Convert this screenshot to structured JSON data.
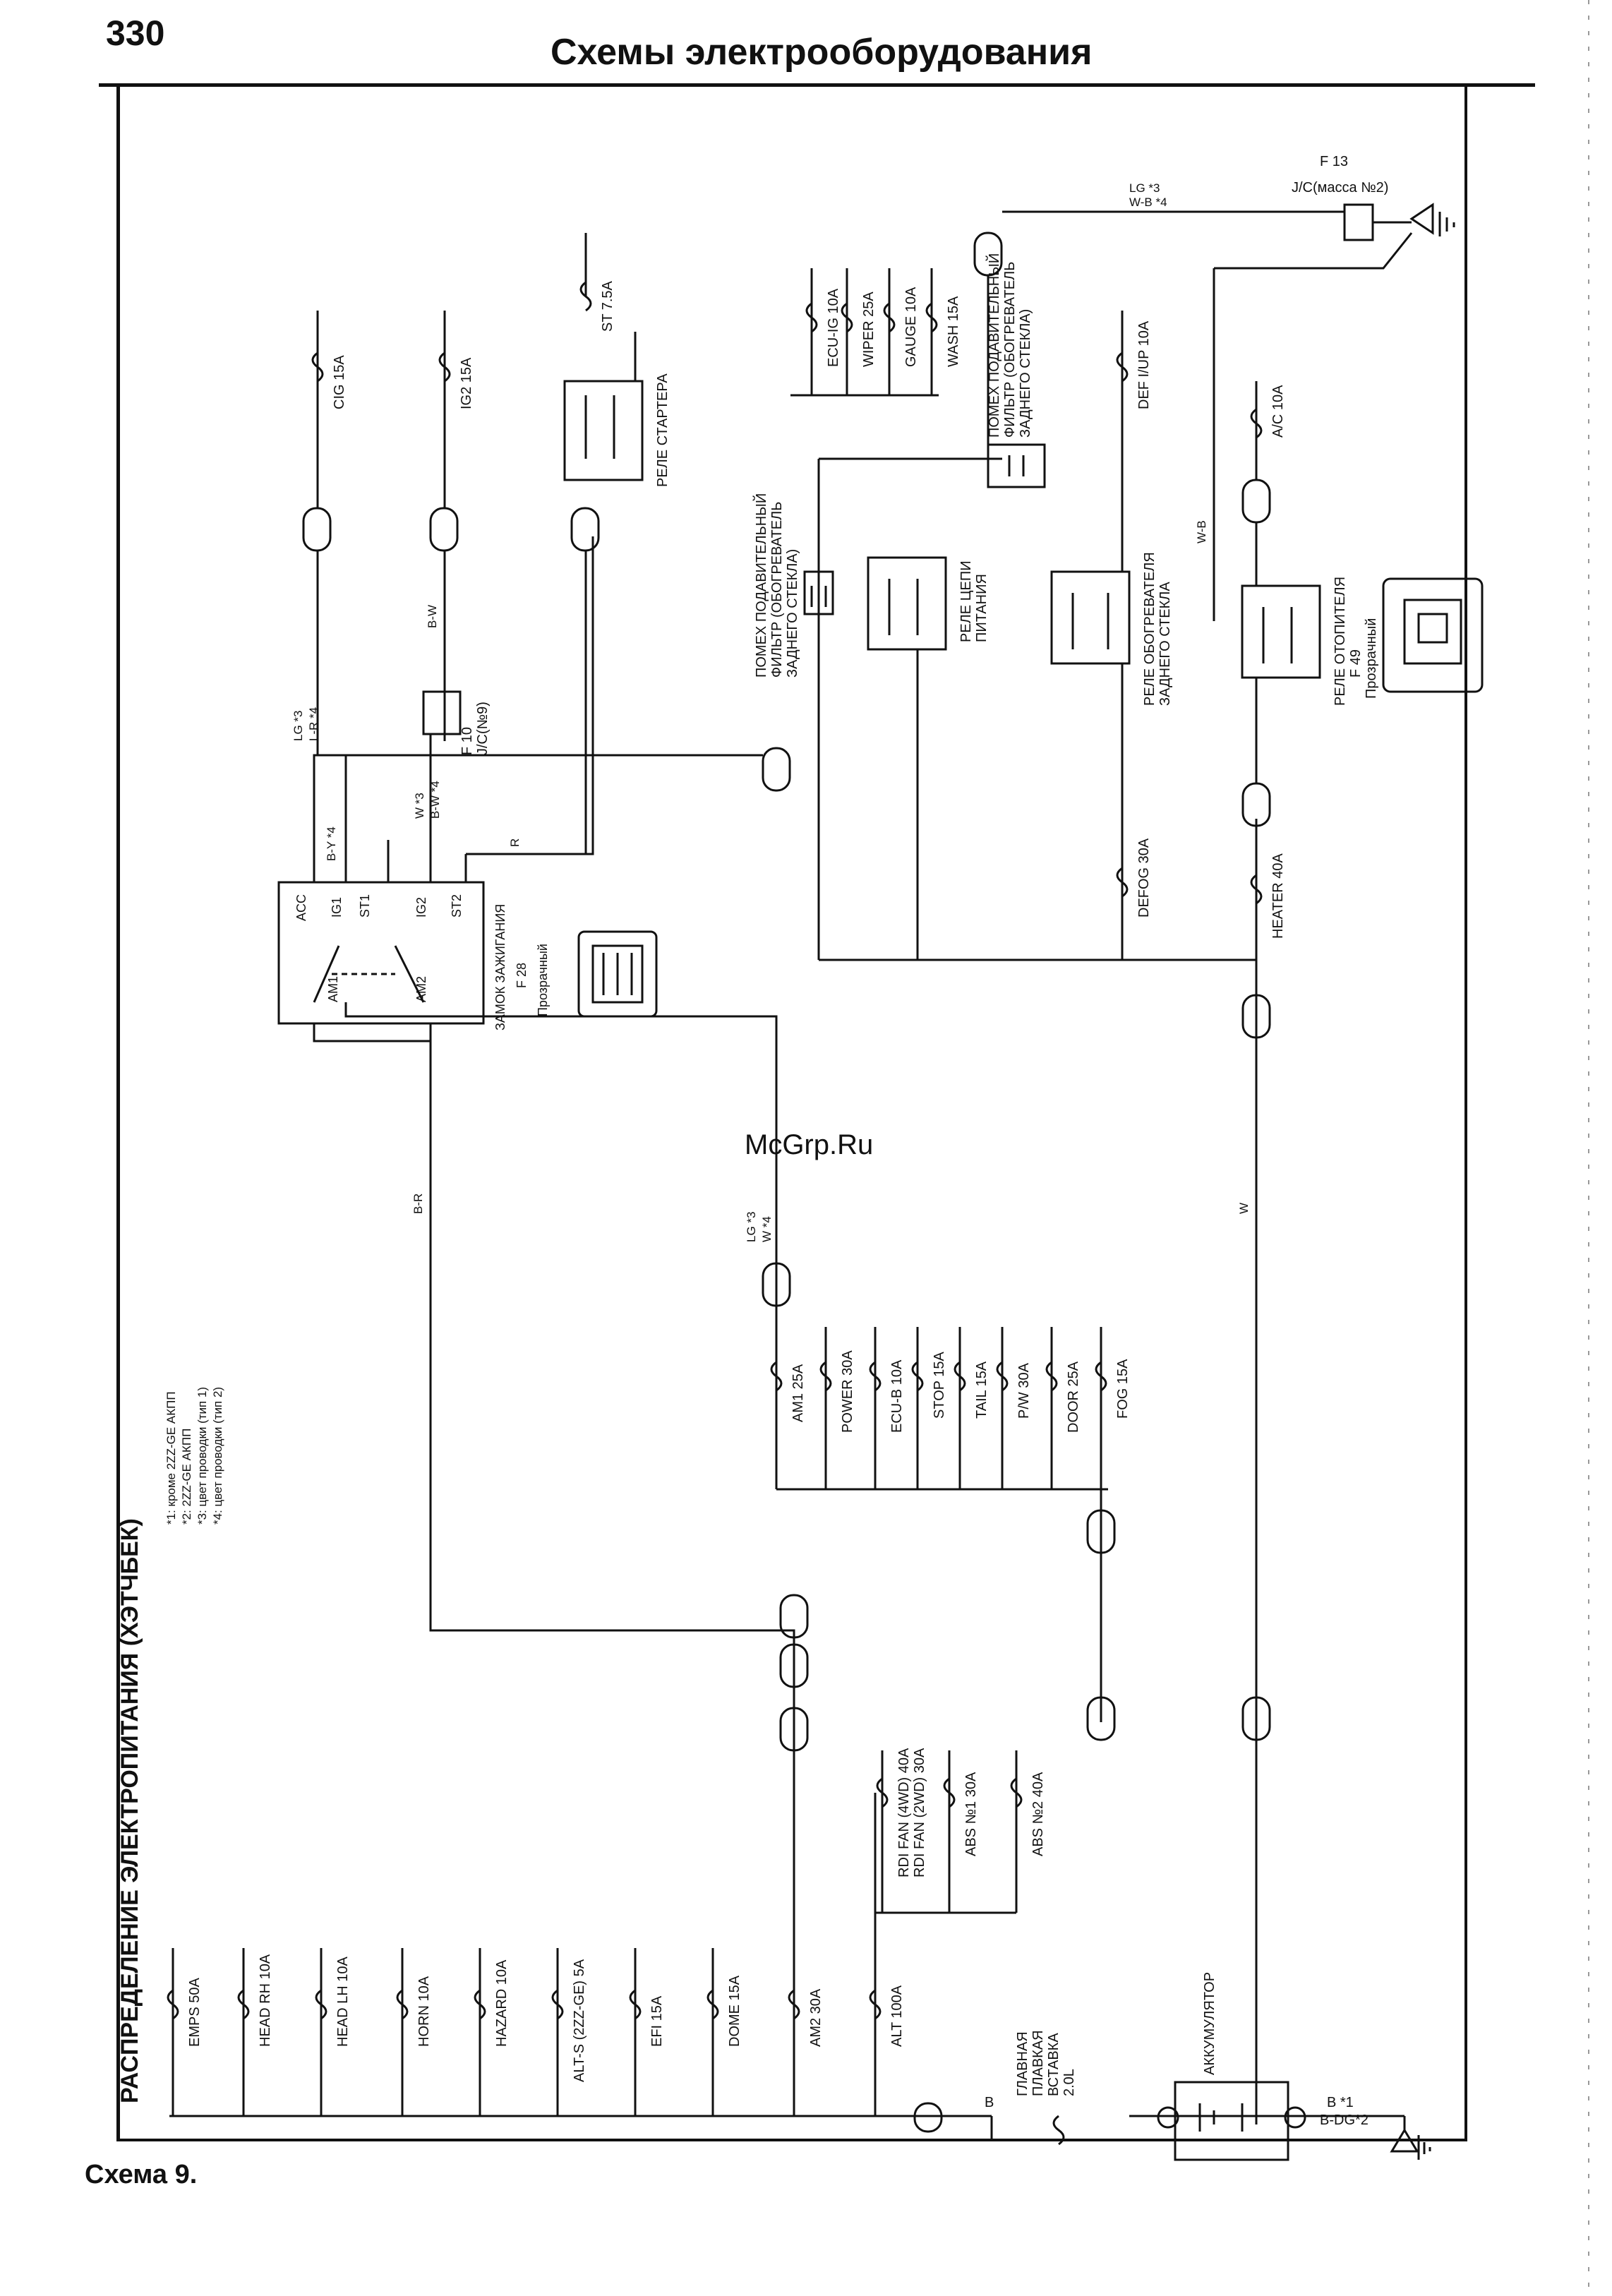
{
  "header": {
    "page_number": "330",
    "title": "Схемы электрооборудования"
  },
  "caption": "Схема 9.",
  "watermark": "McGrp.Ru",
  "section_title": "РАСПРЕДЕЛЕНИЕ ЭЛЕКТРОПИТАНИЯ (ХЭТЧБЕК)",
  "notes": [
    "*1: кроме 2ZZ-GE АКПП",
    "*2: 2ZZ-GE АКПП",
    "*3: цвет проводки (тип 1)",
    "*4: цвет проводки (тип 2)"
  ],
  "top_fuses": [
    "CIG 15A",
    "IG2 15A",
    "ST 7.5A",
    "ECU-IG 10A",
    "WIPER 25A",
    "GAUGE 10A",
    "WASH 15A",
    "DEF I/UP 10A",
    "A/C 10A"
  ],
  "mid_fuses": [
    "AM1 25A",
    "POWER 30A",
    "ECU-B 10A",
    "STOP 15A",
    "TAIL 15A",
    "P/W 30A",
    "DOOR 25A",
    "FOG 15A"
  ],
  "bottom_fuses": [
    "EMPS 50A",
    "HEAD RH 10A",
    "HEAD LH 10A",
    "HORN 10A",
    "HAZARD 10A",
    "ALT-S (2ZZ-GE) 5A",
    "EFI 15A",
    "DOME 15A",
    "AM2 30A",
    "ALT 100A"
  ],
  "fan_fuses": [
    "RDI FAN (4WD) 40A",
    "RDI FAN (2WD) 30A",
    "ABS №1 30A",
    "ABS №2 40A"
  ],
  "heater_fuses": [
    "DEFOG 30A",
    "HEATER 40A"
  ],
  "components": {
    "relay_starter": "РЕЛЕ СТАРТЕРА",
    "relay_power": [
      "РЕЛЕ ЦЕПИ",
      "ПИТАНИЯ"
    ],
    "relay_defog": [
      "РЕЛЕ ОБОГРЕВАТЕЛЯ",
      "ЗАДНЕГО СТЕКЛА"
    ],
    "relay_heater": "РЕЛЕ ОТОПИТЕЛЯ",
    "noise_filter_a": [
      "ПОМЕХ ПОДАВИТЕЛЬНЫЙ",
      "ФИЛЬТР (ОБОГРЕВАТЕЛЬ",
      "ЗАДНЕГО СТЕКЛА)"
    ],
    "noise_filter_b": [
      "ПОМЕХ ПОДАВИТЕЛЬНЫЙ",
      "ФИЛЬТР (ОБОГРЕВАТЕЛЬ",
      "ЗАДНЕГО СТЕКЛА)"
    ],
    "ignition_switch": "ЗАМОК ЗАЖИГАНИЯ",
    "ignition_connector": [
      "F 28",
      "Прозрачный"
    ],
    "heater_connector": [
      "F 49",
      "Прозрачный"
    ],
    "jc9": [
      "F 10",
      "J/C(№9)"
    ],
    "jc_ground": [
      "F 13",
      "J/C(масса №2)"
    ],
    "main_fusible_link": [
      "ГЛАВНАЯ",
      "ПЛАВКАЯ",
      "ВСТАВКА",
      "2.0L"
    ],
    "battery": "АККУМУЛЯТОР"
  },
  "switch_terminals": [
    "ACC",
    "IG1",
    "ST1",
    "IG2",
    "ST2",
    "AM1",
    "AM2"
  ],
  "wire_labels": {
    "lg3": "LG *3",
    "lr4": "L-R *4",
    "by4": "B-Y *4",
    "w3": "W *3",
    "bw4": "B-W *4",
    "r": "R",
    "bw": "B-W",
    "br": "B-R",
    "w": "W",
    "wb": "W-B",
    "b": "B",
    "lg3b": "LG *3",
    "wb4": "W-B *4",
    "lg_w": "LG *3",
    "w4": "W *4",
    "bdg": "B-DG*2",
    "b1": "B *1"
  }
}
